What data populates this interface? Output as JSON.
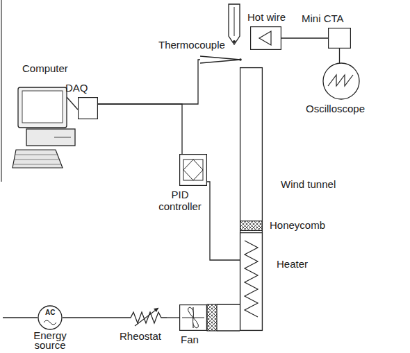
{
  "diagram": {
    "nodes": [
      {
        "text": [
          "Thermocouple"
        ]
      },
      {
        "text": [
          "Hot wire"
        ]
      },
      {
        "text": [
          "Mini CTA"
        ]
      },
      {
        "text": [
          "Computer"
        ]
      },
      {
        "text": [
          "DAQ"
        ]
      },
      {
        "text": [
          "Oscilloscope"
        ]
      },
      {
        "text": [
          "Wind tunnel"
        ]
      },
      {
        "text": [
          "PID controller"
        ]
      },
      {
        "text": [
          "Honeycomb"
        ],
        "in": 6
      },
      {
        "text": [
          "Heater"
        ],
        "in": 6
      },
      {
        "text": [
          "AC",
          "Energy source"
        ]
      },
      {
        "text": [
          "Rheostat"
        ]
      },
      {
        "text": [
          "Fan"
        ]
      }
    ],
    "edges": [
      {
        "from": 3,
        "to": 4,
        "arrow": "none"
      },
      {
        "from": 4,
        "to": 0,
        "arrow": "none"
      },
      {
        "from": 4,
        "to": 7,
        "arrow": "none"
      },
      {
        "from": 7,
        "to": 9,
        "arrow": "none"
      },
      {
        "from": 1,
        "to": 2,
        "arrow": "none"
      },
      {
        "from": 2,
        "to": 5,
        "arrow": "none"
      },
      {
        "from": 10,
        "to": 11,
        "arrow": "none"
      },
      {
        "from": 11,
        "to": 12,
        "arrow": "none"
      }
    ]
  }
}
